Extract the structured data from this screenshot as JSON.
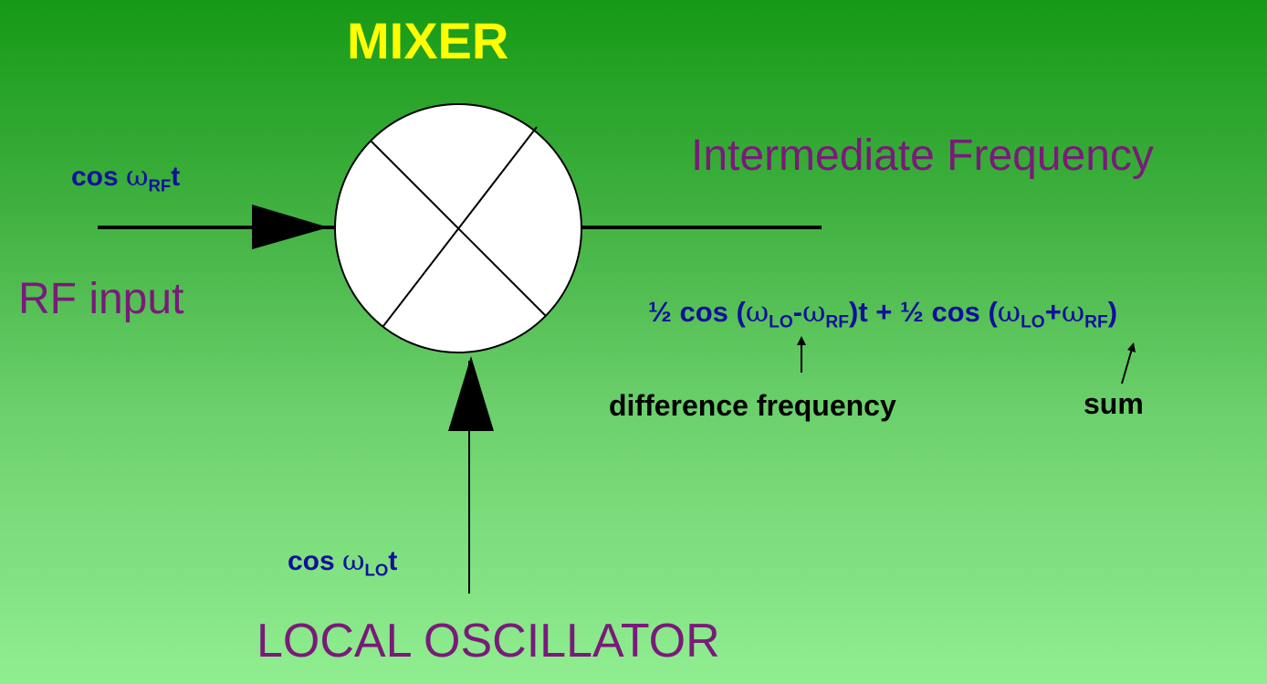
{
  "title": "MIXER",
  "rf_input": {
    "label": "RF input",
    "signal": {
      "prefix": "cos ",
      "omega": "ω",
      "sub": "RF",
      "suffix": "t"
    }
  },
  "local_oscillator": {
    "label": "LOCAL OSCILLATOR",
    "signal": {
      "prefix": "cos ",
      "omega": "ω",
      "sub": "LO",
      "suffix": "t"
    }
  },
  "output": {
    "label": "Intermediate Frequency",
    "expression": {
      "p1": "½ cos (",
      "w1": "ω",
      "s1": "LO",
      "op1": "-",
      "w2": "ω",
      "s2": "RF",
      "p2": ")t + ½ cos (",
      "w3": "ω",
      "s3": "LO",
      "op2": "+",
      "w4": "ω",
      "s4": "RF",
      "p3": ")"
    },
    "difference_label": "difference frequency",
    "sum_label": "sum"
  }
}
